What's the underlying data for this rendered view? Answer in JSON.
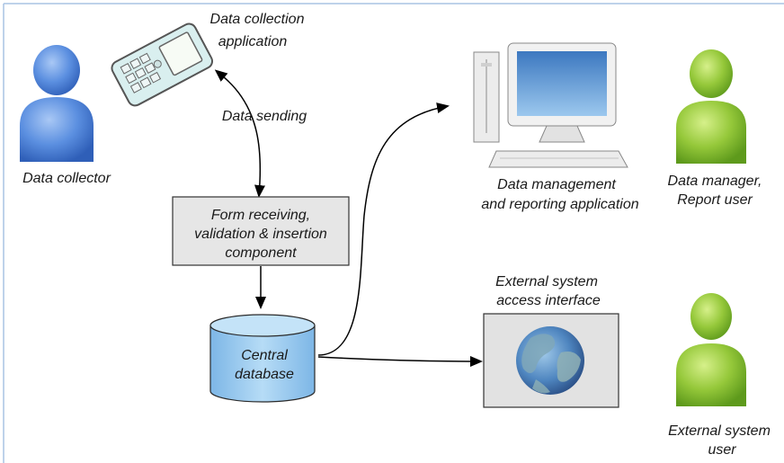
{
  "labels": {
    "data_collector": "Data collector",
    "data_collection_app_line1": "Data collection",
    "data_collection_app_line2": "application",
    "data_sending": "Data sending",
    "form_line1": "Form receiving,",
    "form_line2": "validation & insertion",
    "form_line3": "component",
    "central_db_line1": "Central",
    "central_db_line2": "database",
    "dm_app_line1": "Data management",
    "dm_app_line2": "and reporting application",
    "data_manager_line1": "Data manager,",
    "data_manager_line2": "Report user",
    "ext_interface_line1": "External system",
    "ext_interface_line2": "access interface",
    "ext_user_line1": "External system",
    "ext_user_line2": "user"
  },
  "icons": {
    "data_collector": "person-icon",
    "phone": "mobile-phone-icon",
    "computer": "desktop-computer-icon",
    "data_manager": "person-icon",
    "globe": "globe-icon",
    "external_user": "person-icon"
  },
  "colors": {
    "blue_person": "#4a7fd4",
    "green_person": "#8cc63e",
    "form_box_fill": "#e6e6e6",
    "database_fill": "#9ccaee",
    "interface_box_fill": "#e2e2e2",
    "border_line": "#a9c4e4"
  }
}
